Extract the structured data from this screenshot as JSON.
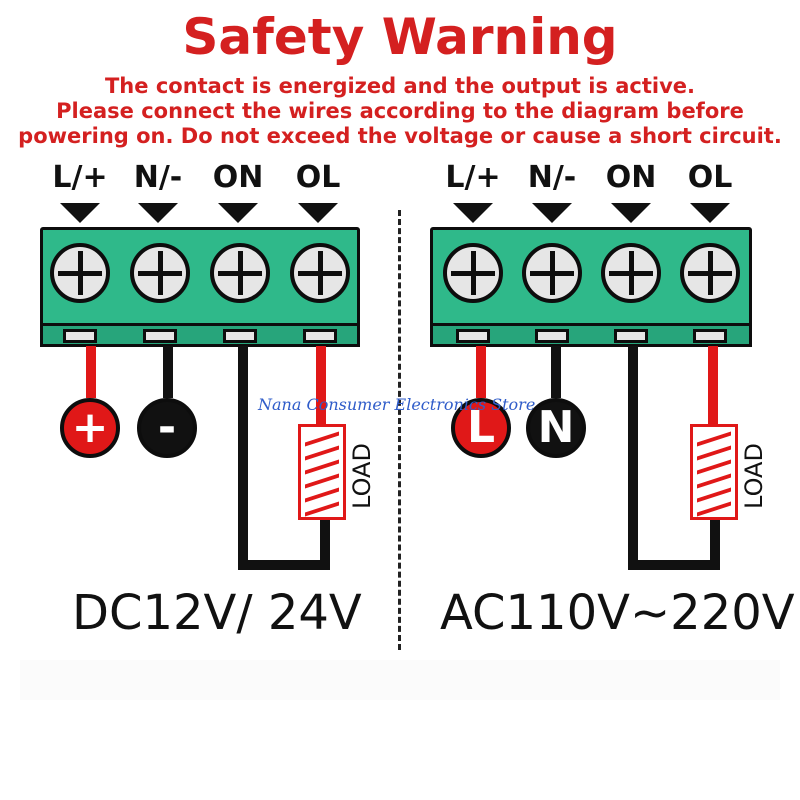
{
  "title": "Safety Warning",
  "warning_lines": [
    "The contact is energized and the output is active.",
    "Please connect the wires according to the diagram before",
    "powering on. Do not exceed the voltage or cause a short circuit."
  ],
  "terminals": [
    "L/+",
    "N/-",
    "ON",
    "OL"
  ],
  "dc_panel": {
    "badge_plus": "+",
    "badge_minus": "-",
    "load_label": "LOAD",
    "supply_label": "DC12V/ 24V"
  },
  "ac_panel": {
    "badge_l": "L",
    "badge_n": "N",
    "load_label": "LOAD",
    "supply_label": "AC110V~220V"
  },
  "watermark": "Nana Consumer Electronics Store",
  "colors": {
    "warning_red": "#d42020",
    "wire_red": "#e01818",
    "terminal_green": "#2fb98a",
    "watermark_blue": "#2f5cc9"
  }
}
